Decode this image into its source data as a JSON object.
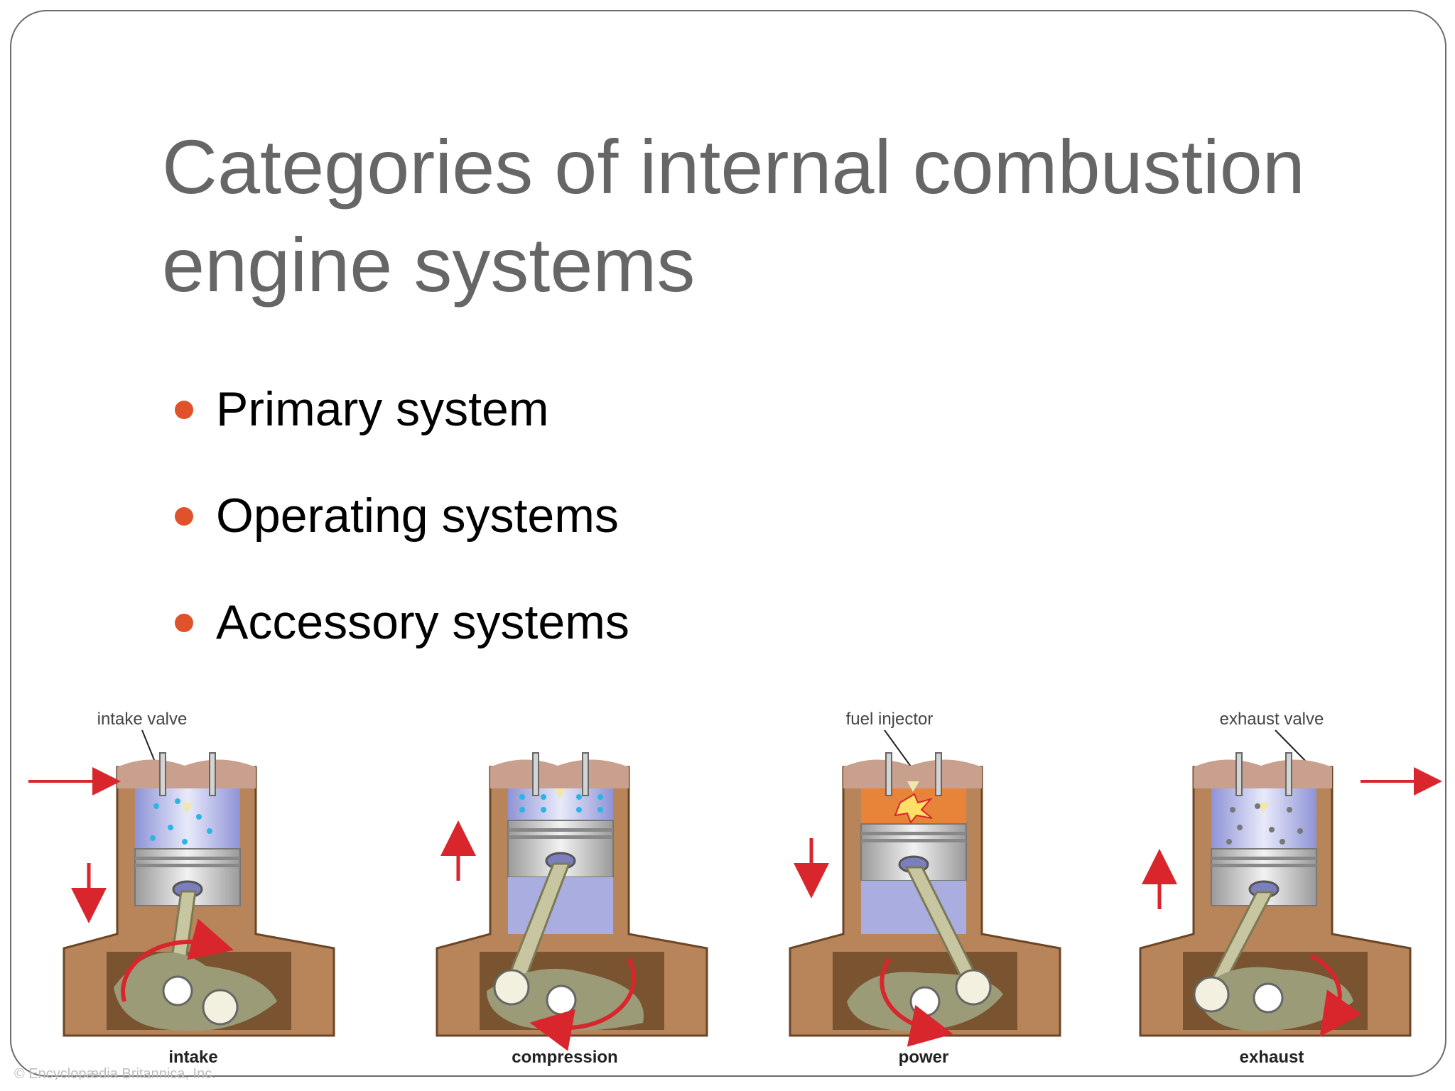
{
  "slide": {
    "title": "Categories of internal combustion engine systems",
    "bullets": [
      "Primary system",
      "Operating systems",
      "Accessory systems"
    ],
    "bullet_color": "#E0522A"
  },
  "diagram": {
    "top_labels": [
      "intake valve",
      "fuel injector",
      "exhaust valve"
    ],
    "stroke_labels": [
      "intake",
      "compression",
      "power",
      "exhaust"
    ],
    "credit": "© Encyclopædia Britannica, Inc.",
    "colors": {
      "block": "#B8845A",
      "cylinder": "#C9CCEE",
      "piston": "#D4D4D4",
      "rod": "#C8C6A0",
      "crank": "#9B9B78",
      "arrow": "#D8262C",
      "fuel_dot": "#2BB5E6",
      "combustion": "#E8843A"
    }
  }
}
